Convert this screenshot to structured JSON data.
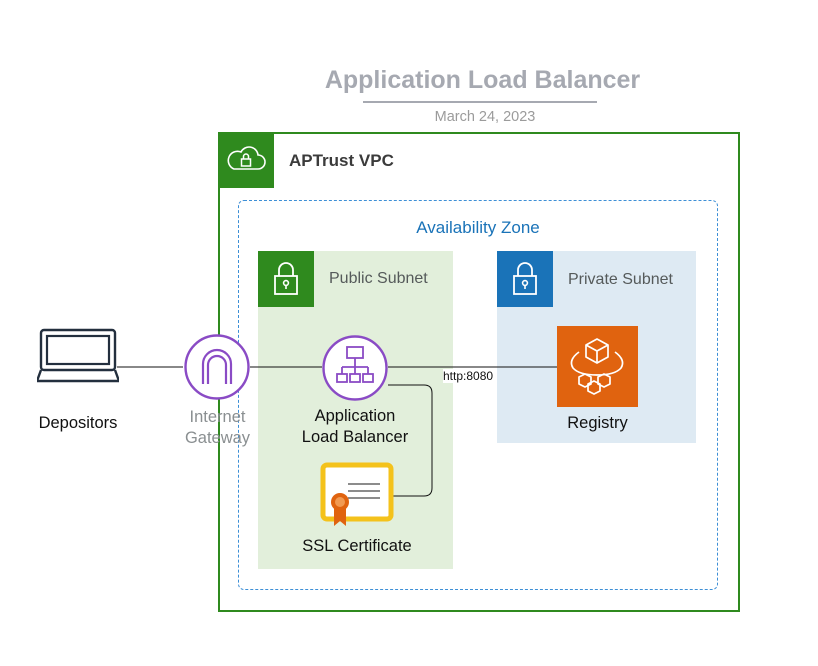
{
  "title": "Application Load Balancer",
  "date": "March 24, 2023",
  "vpc": {
    "label": "APTrust VPC",
    "icon": "vpc-cloud-lock-icon",
    "color": "#2f8a1e"
  },
  "availability_zone": {
    "label": "Availability Zone",
    "color": "#1a73b8"
  },
  "public_subnet": {
    "label": "Public Subnet",
    "icon": "lock-icon",
    "color": "#2f8a1e"
  },
  "private_subnet": {
    "label": "Private Subnet",
    "icon": "lock-icon",
    "color": "#1a73b8"
  },
  "nodes": {
    "depositors": {
      "label": "Depositors",
      "icon": "desktop-computer-icon"
    },
    "gateway": {
      "line1": "Internet",
      "line2": "Gateway",
      "icon": "internet-gateway-icon"
    },
    "alb": {
      "line1": "Application",
      "line2": "Load Balancer",
      "icon": "load-balancer-icon"
    },
    "ssl": {
      "label": "SSL Certificate",
      "icon": "certificate-icon"
    },
    "registry": {
      "label": "Registry",
      "icon": "registry-container-icon",
      "color": "#e0630f"
    }
  },
  "edges": [
    {
      "from": "depositors",
      "to": "gateway",
      "label": ""
    },
    {
      "from": "gateway",
      "to": "alb",
      "label": ""
    },
    {
      "from": "alb",
      "to": "registry",
      "label": "http:8080"
    },
    {
      "from": "alb",
      "to": "ssl",
      "label": ""
    }
  ]
}
